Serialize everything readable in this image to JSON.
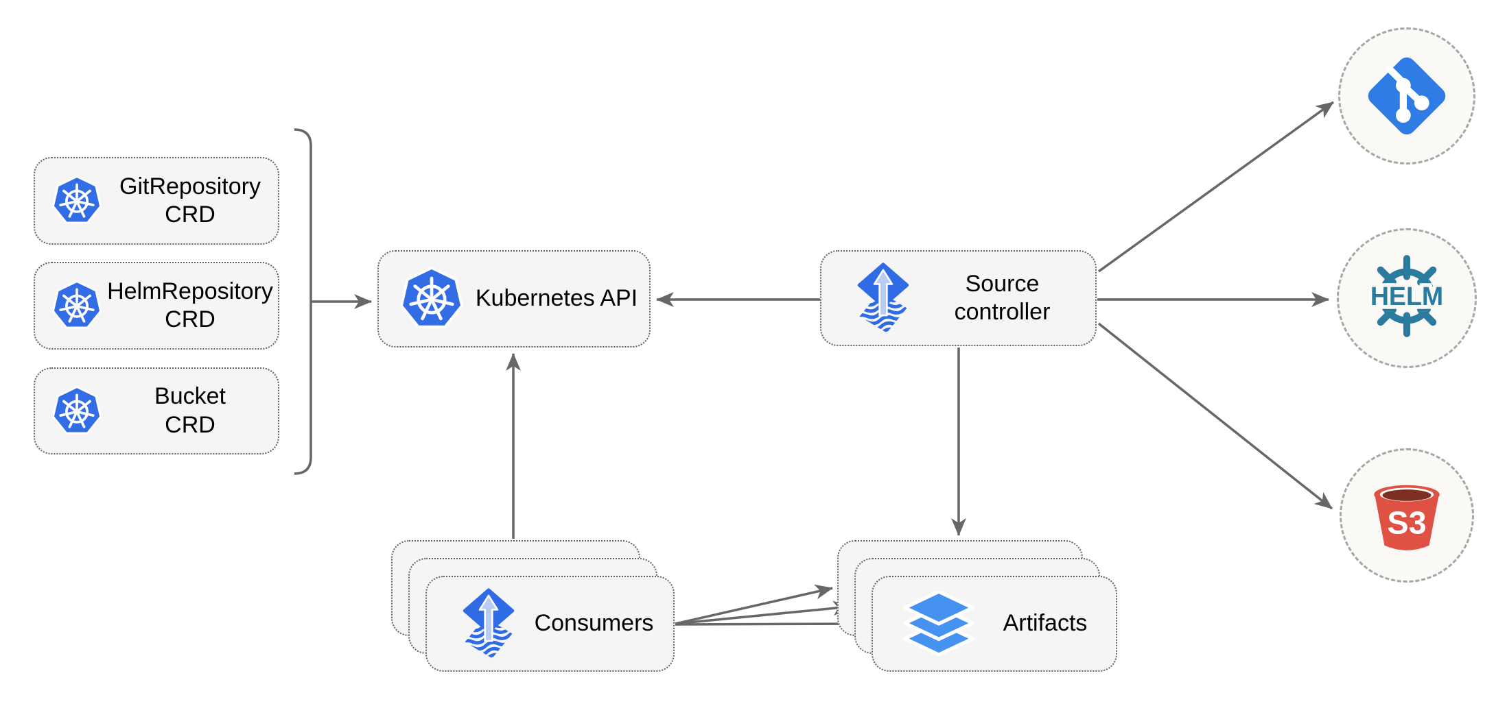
{
  "diagram": {
    "kind": "flux-source-controller-architecture"
  },
  "nodes": {
    "git_repository_crd": {
      "line1": "GitRepository",
      "line2": "CRD",
      "icon": "kubernetes-icon"
    },
    "helm_repository_crd": {
      "line1": "HelmRepository",
      "line2": "CRD",
      "icon": "kubernetes-icon"
    },
    "bucket_crd": {
      "line1": "Bucket",
      "line2": "CRD",
      "icon": "kubernetes-icon"
    },
    "kubernetes_api": {
      "label": "Kubernetes API",
      "icon": "kubernetes-icon"
    },
    "source_controller": {
      "line1": "Source",
      "line2": "controller",
      "icon": "flux-icon"
    },
    "consumers": {
      "label": "Consumers",
      "icon": "flux-icon",
      "stack_count": 3
    },
    "artifacts": {
      "label": "Artifacts",
      "icon": "layers-icon",
      "stack_count": 3
    },
    "git_remote": {
      "icon": "git-icon"
    },
    "helm_remote": {
      "icon": "helm-icon",
      "label": "HELM"
    },
    "s3_remote": {
      "icon": "s3-bucket-icon",
      "label": "S3"
    }
  },
  "edges": [
    {
      "from": "crd-group-bracket",
      "to": "kubernetes_api"
    },
    {
      "from": "source_controller",
      "to": "kubernetes_api"
    },
    {
      "from": "consumers",
      "to": "kubernetes_api"
    },
    {
      "from": "source_controller",
      "to": "artifacts"
    },
    {
      "from": "source_controller",
      "to": "git_remote"
    },
    {
      "from": "source_controller",
      "to": "helm_remote"
    },
    {
      "from": "source_controller",
      "to": "s3_remote"
    },
    {
      "from": "consumers",
      "to": "artifacts",
      "count": 3
    }
  ],
  "colors": {
    "kubernetes_blue": "#326DE6",
    "flux_blue": "#2F6BE4",
    "flux_arrow_light": "#B9CDF3",
    "layers_blue": "#4592F0",
    "git_blue": "#2E7CE4",
    "helm_teal": "#2A7B9E",
    "s3_red": "#DE5143",
    "s3_dark": "#7E2F22",
    "box_fill": "#F5F5F5",
    "connector_gray": "#676767"
  }
}
